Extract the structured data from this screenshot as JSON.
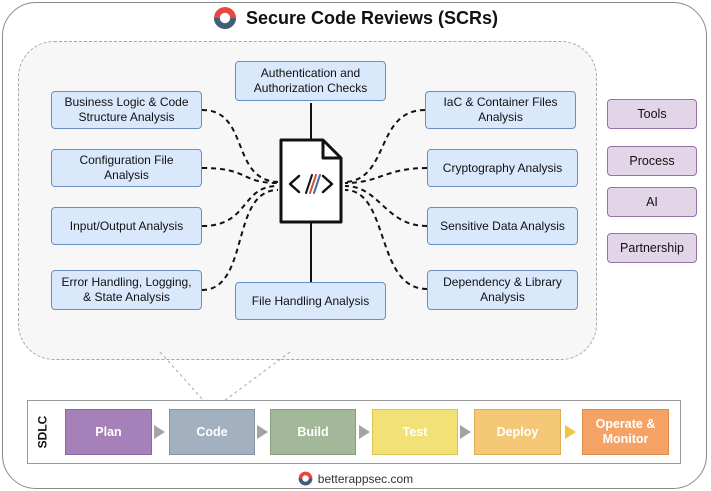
{
  "title": "Secure Code Reviews (SCRs)",
  "analyses": {
    "business_logic": "Business Logic & Code Structure Analysis",
    "config_file": "Configuration File Analysis",
    "input_output": "Input/Output Analysis",
    "error_handling": "Error Handling, Logging, & State Analysis",
    "authn_authz": "Authentication and Authorization Checks",
    "file_handling": "File Handling Analysis",
    "iac_container": "IaC & Container Files Analysis",
    "cryptography": "Cryptography Analysis",
    "sensitive_data": "Sensitive Data Analysis",
    "dependency": "Dependency & Library Analysis"
  },
  "side_items": [
    "Tools",
    "Process",
    "AI",
    "Partnership"
  ],
  "sdlc": {
    "label": "SDLC",
    "stages": [
      {
        "label": "Plan",
        "fill": "#a680b8",
        "stroke": "#8a6aa0"
      },
      {
        "label": "Code",
        "fill": "#a3b0c0",
        "stroke": "#8795a8"
      },
      {
        "label": "Build",
        "fill": "#a3b898",
        "stroke": "#86a07a"
      },
      {
        "label": "Test",
        "fill": "#f2e176",
        "stroke": "#d8c450"
      },
      {
        "label": "Deploy",
        "fill": "#f5c878",
        "stroke": "#e0ad55"
      },
      {
        "label": "Operate & Monitor",
        "fill": "#f5a266",
        "stroke": "#e08a48"
      }
    ]
  },
  "footer": "betterappsec.com"
}
